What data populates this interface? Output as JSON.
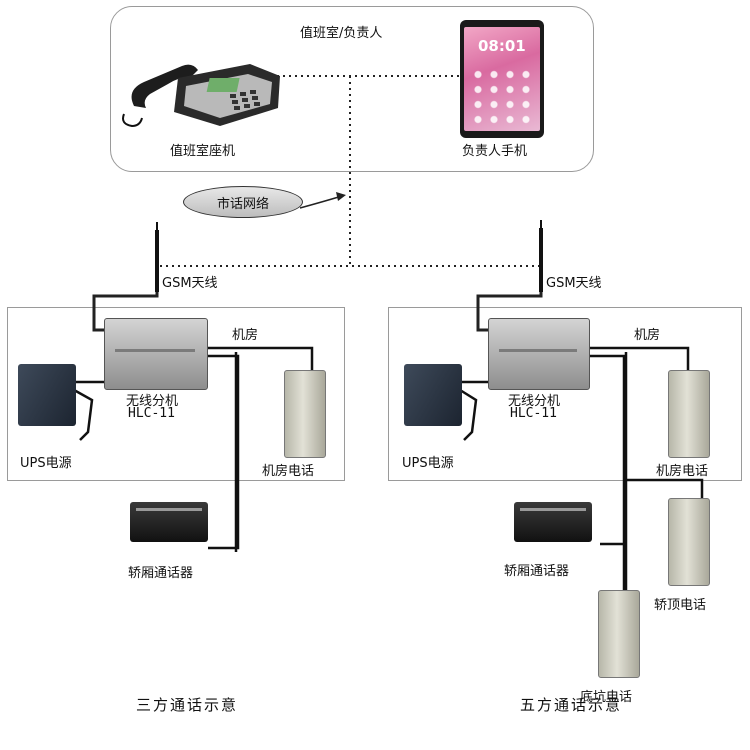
{
  "top_panel": {
    "title": "值班室/负责人",
    "desk_phone_label": "值班室座机",
    "mobile_label": "负责人手机",
    "mobile_clock": "08:01"
  },
  "network_label": "市话网络",
  "left_system": {
    "antenna_label": "GSM天线",
    "room_label": "机房",
    "unit_label_line1": "无线分机",
    "unit_label_line2": "HLC-11",
    "ups_label": "UPS电源",
    "room_phone_label": "机房电话",
    "car_intercom_label": "轿厢通话器",
    "caption": "三方通话示意"
  },
  "right_system": {
    "antenna_label": "GSM天线",
    "room_label": "机房",
    "unit_label_line1": "无线分机",
    "unit_label_line2": "HLC-11",
    "ups_label": "UPS电源",
    "room_phone_label": "机房电话",
    "car_intercom_label": "轿厢通话器",
    "car_top_phone_label": "轿顶电话",
    "pit_phone_label": "底坑电话",
    "caption": "五方通话示意"
  }
}
